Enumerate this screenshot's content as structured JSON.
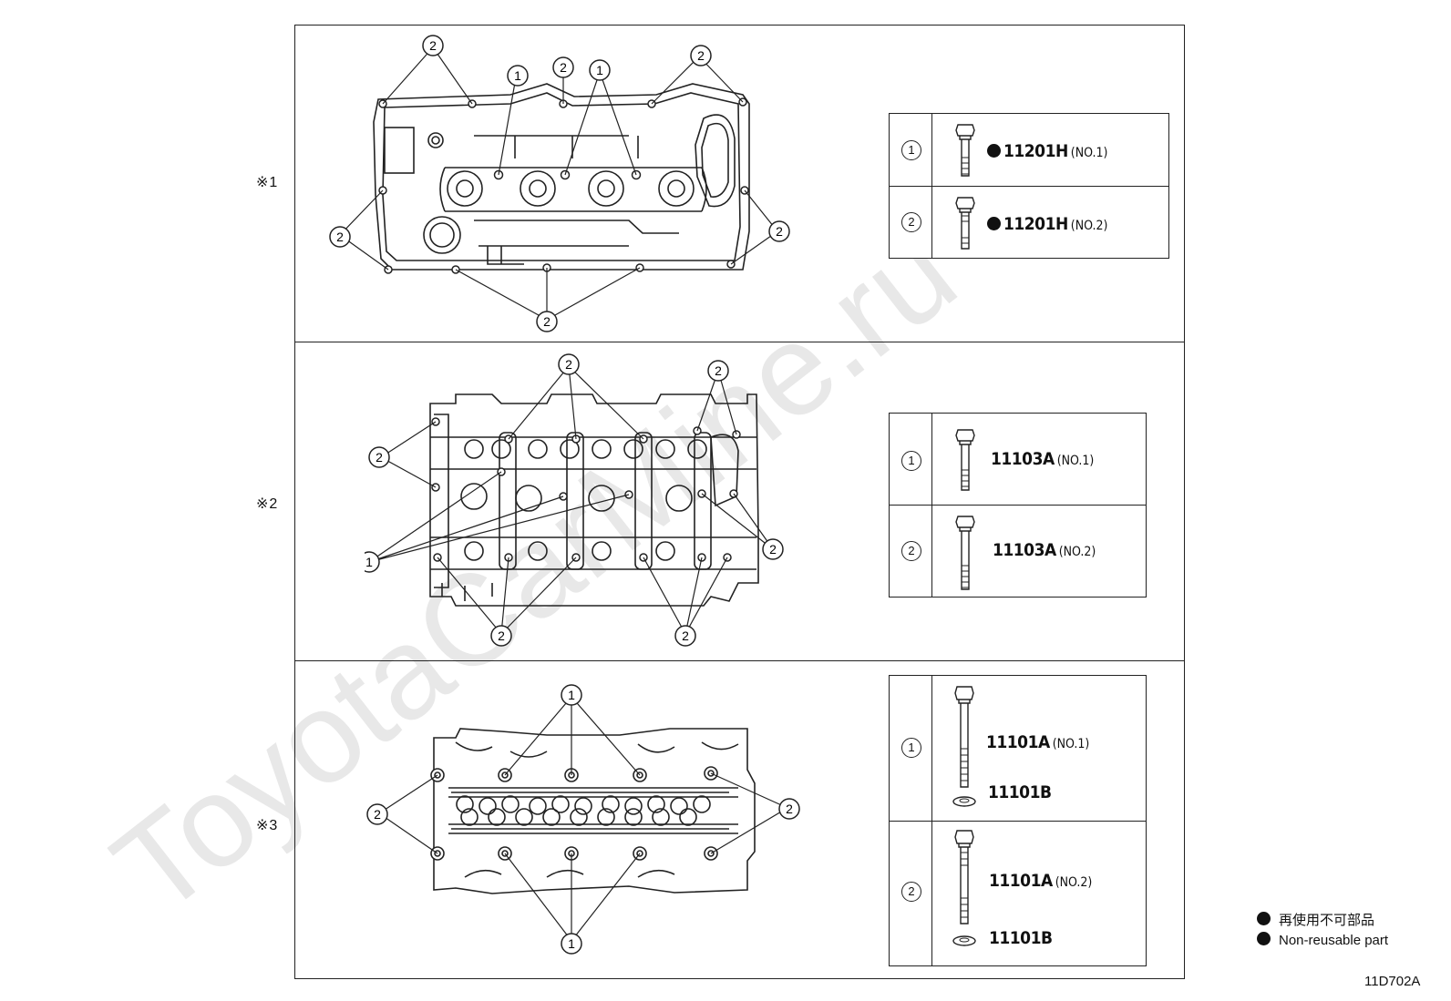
{
  "watermark": "ToyotaCarMine.ru",
  "sections": [
    {
      "marker": "※1",
      "parts": [
        {
          "index": "1",
          "part_number": "11201H",
          "suffix": "(NO.1)",
          "non_reusable": true
        },
        {
          "index": "2",
          "part_number": "11201H",
          "suffix": "(NO.2)",
          "non_reusable": true
        }
      ]
    },
    {
      "marker": "※2",
      "parts": [
        {
          "index": "1",
          "part_number": "11103A",
          "suffix": "(NO.1)",
          "non_reusable": false
        },
        {
          "index": "2",
          "part_number": "11103A",
          "suffix": "(NO.2)",
          "non_reusable": false
        }
      ]
    },
    {
      "marker": "※3",
      "parts": [
        {
          "index": "1",
          "part_number": "11101A",
          "suffix": "(NO.1)",
          "washer": "11101B",
          "non_reusable": false
        },
        {
          "index": "2",
          "part_number": "11101A",
          "suffix": "(NO.2)",
          "washer": "11101B",
          "non_reusable": false
        }
      ]
    }
  ],
  "callout_labels": {
    "one": "1",
    "two": "2"
  },
  "legend": {
    "japanese": "再使用不可部品",
    "english": "Non-reusable part"
  },
  "figure_id": "11D702A",
  "colors": {
    "line": "#222222",
    "watermark": "#e6e6e6",
    "marker_dot": "#111111"
  }
}
